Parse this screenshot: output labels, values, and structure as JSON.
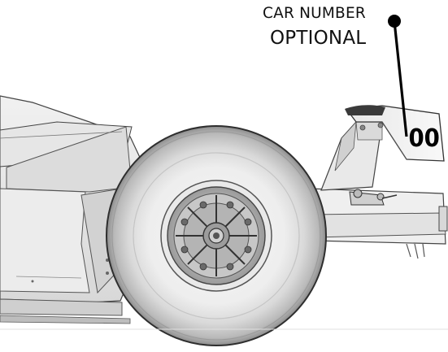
{
  "callout": {
    "line1": "CAR NUMBER",
    "line2": "OPTIONAL"
  },
  "car_number": "00"
}
